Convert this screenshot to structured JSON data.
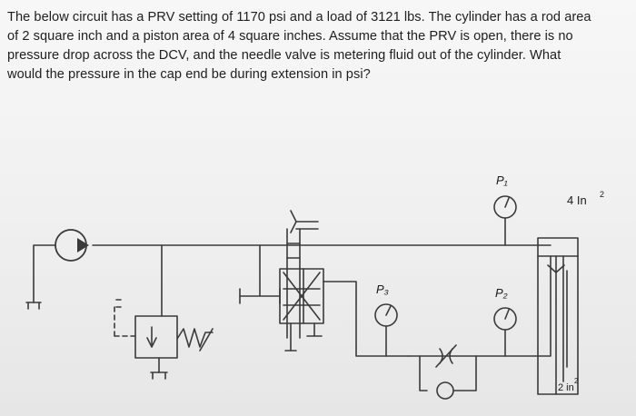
{
  "question": {
    "lines": [
      "The below circuit has a PRV setting of 1170 psi and a load of 3121 lbs. The cylinder has a rod area",
      "of 2 square inch and a piston area of 4 square inches.  Assume that the PRV is open, there is no",
      "pressure drop across the DCV, and the needle valve is metering fluid out of the cylinder. What",
      "would the pressure in the cap end be during extension in psi?"
    ]
  },
  "diagram": {
    "p1_label": "P₁",
    "p2_label": "P₂",
    "p3_label": "P₃",
    "piston_area_label": "4 In",
    "piston_area_sup": "2",
    "rod_area_label": "2 in",
    "rod_area_sup": "2"
  }
}
